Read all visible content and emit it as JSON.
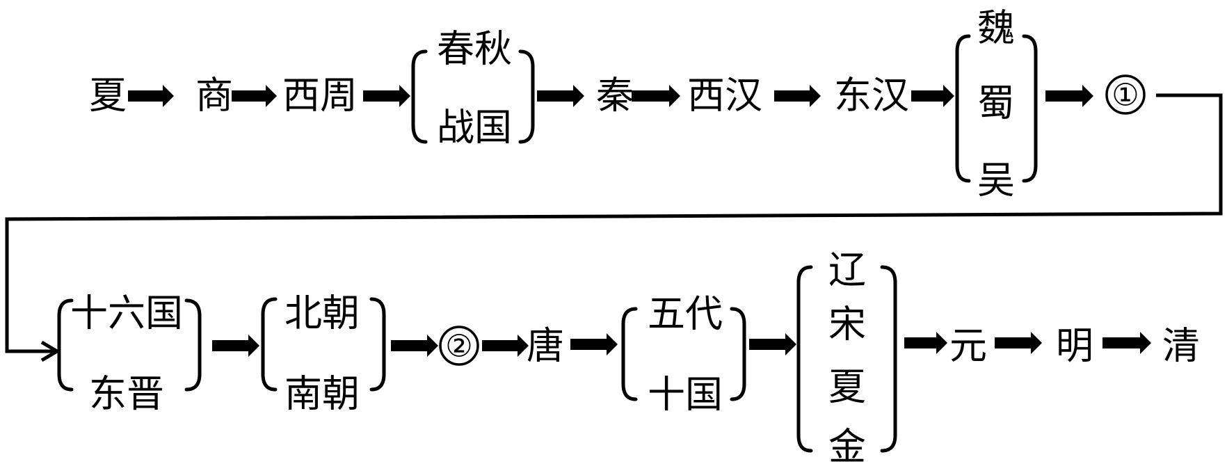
{
  "title": "中国古代朝代更替示意图",
  "colors": {
    "ink": "#000000",
    "background": "#ffffff"
  },
  "row1": {
    "xia": "夏",
    "shang": "商",
    "western_zhou": "西周",
    "spring_autumn": "春秋",
    "warring_states": "战国",
    "qin": "秦",
    "western_han": "西汉",
    "eastern_han": "东汉",
    "three_kingdoms": [
      "魏",
      "蜀",
      "吴"
    ],
    "blank_1": "①"
  },
  "row2": {
    "sixteen_kingdoms": "十六国",
    "eastern_jin": "东晋",
    "northern_dynasties": "北朝",
    "southern_dynasties": "南朝",
    "blank_2": "②",
    "tang": "唐",
    "five_dynasties": "五代",
    "ten_kingdoms": "十国",
    "liao_song_xia_jin": [
      "辽",
      "宋",
      "夏",
      "金"
    ],
    "yuan": "元",
    "ming": "明",
    "qing": "清"
  }
}
